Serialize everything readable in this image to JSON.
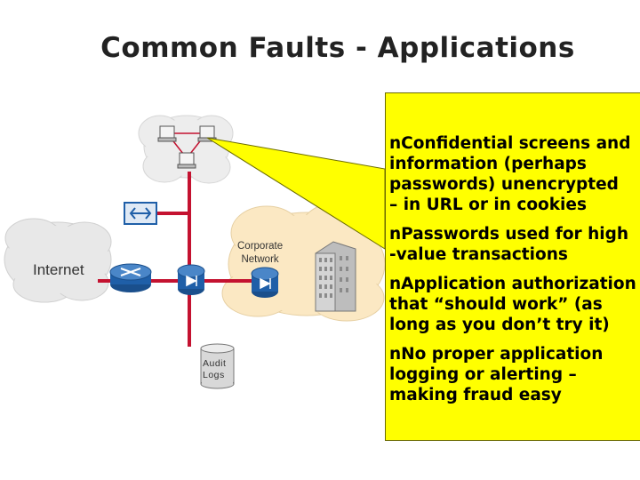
{
  "slide": {
    "title": "Common Faults - Applications"
  },
  "diagram": {
    "internet_label": "Internet",
    "corporate_label": [
      "Corporate",
      "Network"
    ],
    "audit_label": [
      "Audit",
      "Logs"
    ]
  },
  "callout": {
    "bullet_marker": "n",
    "bullets": [
      {
        "lines": [
          "Confidential screens and",
          "information (perhaps",
          "passwords) unencrypted",
          "– in URL or in cookies"
        ]
      },
      {
        "lines": [
          "Passwords used for high",
          "-value transactions"
        ]
      },
      {
        "lines": [
          "Application authorization",
          "that “should work” (as",
          "long as you don’t try it)"
        ]
      },
      {
        "lines": [
          "No proper application",
          "logging or alerting –",
          "making fraud easy"
        ]
      }
    ]
  },
  "colors": {
    "callout_fill": "#ffff00",
    "network_line": "#c41230",
    "device_blue": "#1f5fa8",
    "cloud_gray": "#e6e6e6",
    "cloud_tan": "#fbe8c3"
  },
  "icons": [
    "workstation-icon",
    "firewall-icon",
    "router-icon",
    "vpn-device-icon",
    "building-icon",
    "database-icon",
    "cloud-icon"
  ]
}
